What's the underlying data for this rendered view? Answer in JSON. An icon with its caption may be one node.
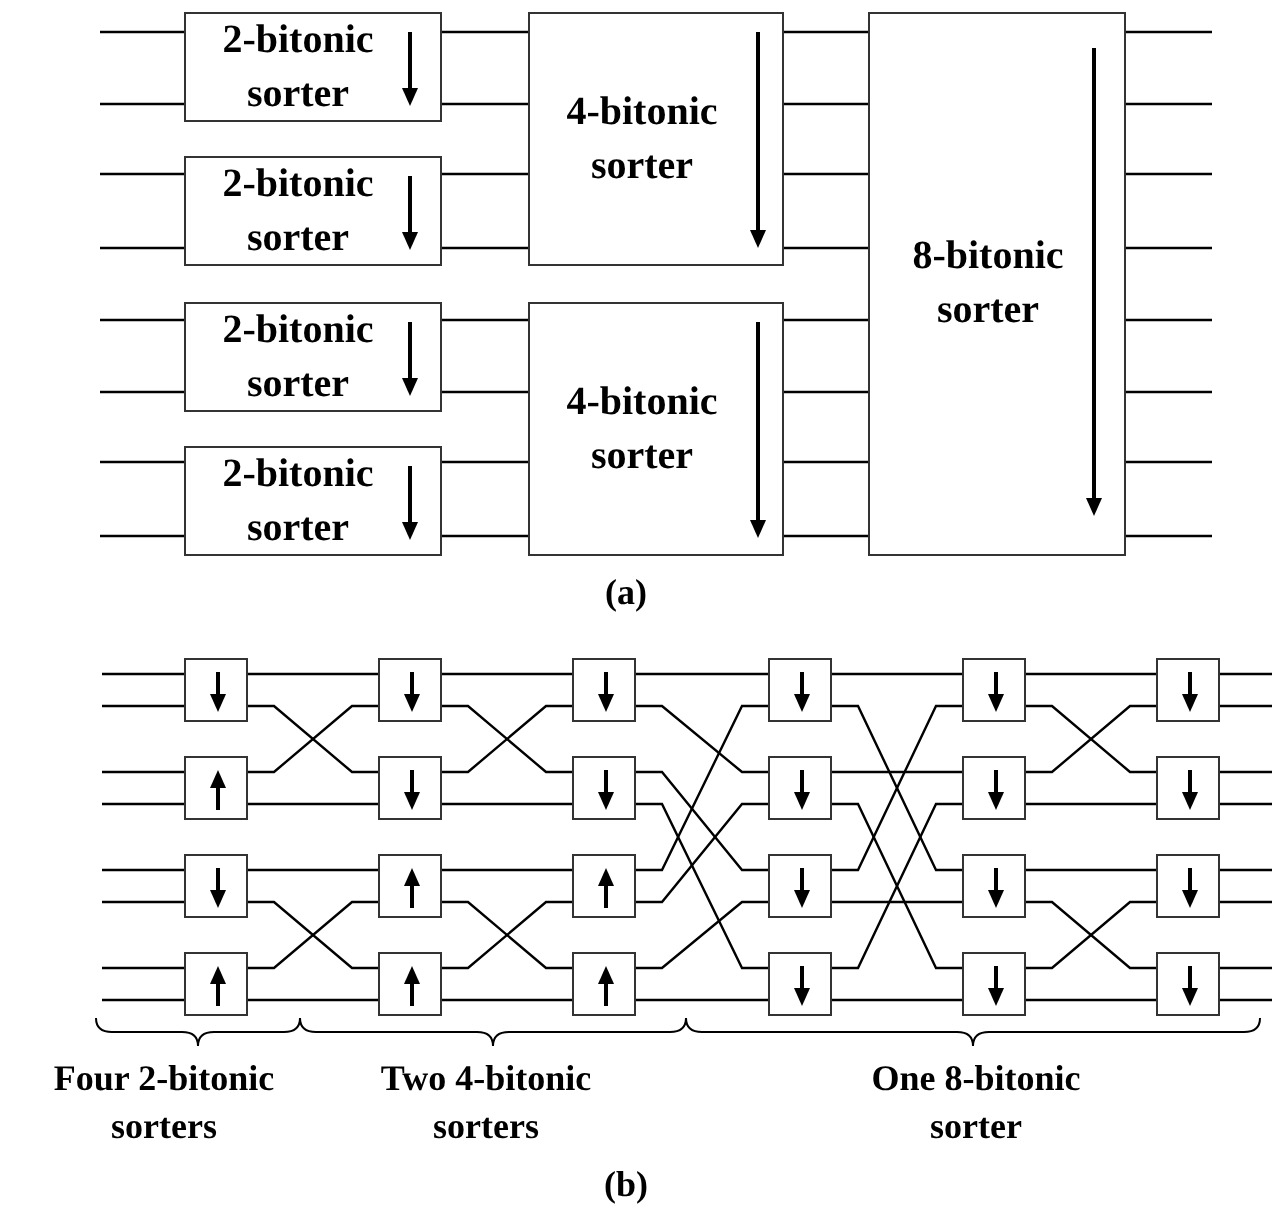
{
  "diagram": {
    "nodes": [
      {
        "text": [
          "2-bitonic sorter"
        ]
      },
      {
        "text": [
          "2-bitonic sorter"
        ]
      },
      {
        "text": [
          "2-bitonic sorter"
        ]
      },
      {
        "text": [
          "2-bitonic sorter"
        ]
      },
      {
        "text": [
          "4-bitonic sorter"
        ]
      },
      {
        "text": [
          "4-bitonic sorter"
        ]
      },
      {
        "text": [
          "8-bitonic sorter"
        ]
      },
      {
        "text": [],
        "shape": "box"
      },
      {
        "text": [],
        "shape": "box"
      },
      {
        "text": [],
        "shape": "box"
      },
      {
        "text": [],
        "shape": "box"
      },
      {
        "text": [],
        "shape": "box"
      },
      {
        "text": [],
        "shape": "box"
      },
      {
        "text": [],
        "shape": "box"
      },
      {
        "text": [],
        "shape": "box"
      },
      {
        "text": [],
        "shape": "box"
      },
      {
        "text": [],
        "shape": "box"
      },
      {
        "text": [],
        "shape": "box"
      },
      {
        "text": [],
        "shape": "box"
      },
      {
        "text": [],
        "shape": "box"
      },
      {
        "text": [],
        "shape": "box"
      },
      {
        "text": [],
        "shape": "box"
      },
      {
        "text": [],
        "shape": "box"
      },
      {
        "text": [],
        "shape": "box"
      },
      {
        "text": [],
        "shape": "box"
      },
      {
        "text": [],
        "shape": "box"
      },
      {
        "text": [],
        "shape": "box"
      },
      {
        "text": [],
        "shape": "box"
      },
      {
        "text": [],
        "shape": "box"
      },
      {
        "text": [],
        "shape": "box"
      },
      {
        "text": [],
        "shape": "box"
      }
    ],
    "edges": [
      {
        "from": null,
        "to": 0,
        "arrow": "none"
      },
      {
        "from": null,
        "to": 0,
        "arrow": "none"
      },
      {
        "from": null,
        "to": 1,
        "arrow": "none"
      },
      {
        "from": null,
        "to": 1,
        "arrow": "none"
      },
      {
        "from": null,
        "to": 2,
        "arrow": "none"
      },
      {
        "from": null,
        "to": 2,
        "arrow": "none"
      },
      {
        "from": null,
        "to": 3,
        "arrow": "none"
      },
      {
        "from": null,
        "to": 3,
        "arrow": "none"
      },
      {
        "from": 0,
        "to": 4,
        "arrow": "none"
      },
      {
        "from": 0,
        "to": 4,
        "arrow": "none"
      },
      {
        "from": 1,
        "to": 4,
        "arrow": "none"
      },
      {
        "from": 1,
        "to": 4,
        "arrow": "none"
      },
      {
        "from": 2,
        "to": 5,
        "arrow": "none"
      },
      {
        "from": 2,
        "to": 5,
        "arrow": "none"
      },
      {
        "from": 3,
        "to": 5,
        "arrow": "none"
      },
      {
        "from": 3,
        "to": 5,
        "arrow": "none"
      },
      {
        "from": 4,
        "to": 6,
        "arrow": "none"
      },
      {
        "from": 4,
        "to": 6,
        "arrow": "none"
      },
      {
        "from": 4,
        "to": 6,
        "arrow": "none"
      },
      {
        "from": 4,
        "to": 6,
        "arrow": "none"
      },
      {
        "from": 5,
        "to": 6,
        "arrow": "none"
      },
      {
        "from": 5,
        "to": 6,
        "arrow": "none"
      },
      {
        "from": 5,
        "to": 6,
        "arrow": "none"
      },
      {
        "from": 5,
        "to": 6,
        "arrow": "none"
      },
      {
        "from": 6,
        "to": null,
        "arrow": "none"
      },
      {
        "from": 6,
        "to": null,
        "arrow": "none"
      },
      {
        "from": 6,
        "to": null,
        "arrow": "none"
      },
      {
        "from": 6,
        "to": null,
        "arrow": "none"
      },
      {
        "from": 6,
        "to": null,
        "arrow": "none"
      },
      {
        "from": 6,
        "to": null,
        "arrow": "none"
      },
      {
        "from": 6,
        "to": null,
        "arrow": "none"
      },
      {
        "from": 6,
        "to": null,
        "arrow": "none"
      },
      {
        "from": null,
        "to": 7,
        "arrow": "none"
      },
      {
        "from": null,
        "to": 7,
        "arrow": "none"
      },
      {
        "from": null,
        "to": 8,
        "arrow": "none"
      },
      {
        "from": null,
        "to": 8,
        "arrow": "none"
      },
      {
        "from": null,
        "to": 9,
        "arrow": "none"
      },
      {
        "from": null,
        "to": 9,
        "arrow": "none"
      },
      {
        "from": null,
        "to": 10,
        "arrow": "none"
      },
      {
        "from": null,
        "to": 10,
        "arrow": "none"
      },
      {
        "from": 7,
        "to": 11,
        "arrow": "none"
      },
      {
        "from": 7,
        "to": 12,
        "arrow": "none"
      },
      {
        "from": 8,
        "to": 11,
        "arrow": "none"
      },
      {
        "from": 8,
        "to": 12,
        "arrow": "none"
      },
      {
        "from": 9,
        "to": 13,
        "arrow": "none"
      },
      {
        "from": 9,
        "to": 14,
        "arrow": "none"
      },
      {
        "from": 10,
        "to": 13,
        "arrow": "none"
      },
      {
        "from": 10,
        "to": 14,
        "arrow": "none"
      },
      {
        "from": 11,
        "to": 15,
        "arrow": "none"
      },
      {
        "from": 11,
        "to": 16,
        "arrow": "none"
      },
      {
        "from": 12,
        "to": 15,
        "arrow": "none"
      },
      {
        "from": 12,
        "to": 16,
        "arrow": "none"
      },
      {
        "from": 13,
        "to": 17,
        "arrow": "none"
      },
      {
        "from": 13,
        "to": 18,
        "arrow": "none"
      },
      {
        "from": 14,
        "to": 17,
        "arrow": "none"
      },
      {
        "from": 14,
        "to": 18,
        "arrow": "none"
      },
      {
        "from": 15,
        "to": 19,
        "arrow": "none"
      },
      {
        "from": 15,
        "to": 20,
        "arrow": "none"
      },
      {
        "from": 16,
        "to": 21,
        "arrow": "none"
      },
      {
        "from": 16,
        "to": 22,
        "arrow": "none"
      },
      {
        "from": 17,
        "to": 19,
        "arrow": "none"
      },
      {
        "from": 17,
        "to": 20,
        "arrow": "none"
      },
      {
        "from": 18,
        "to": 21,
        "arrow": "none"
      },
      {
        "from": 18,
        "to": 22,
        "arrow": "none"
      },
      {
        "from": 19,
        "to": 23,
        "arrow": "none"
      },
      {
        "from": 19,
        "to": 25,
        "arrow": "none"
      },
      {
        "from": 20,
        "to": 24,
        "arrow": "none"
      },
      {
        "from": 20,
        "to": 26,
        "arrow": "none"
      },
      {
        "from": 21,
        "to": 23,
        "arrow": "none"
      },
      {
        "from": 21,
        "to": 25,
        "arrow": "none"
      },
      {
        "from": 22,
        "to": 24,
        "arrow": "none"
      },
      {
        "from": 22,
        "to": 26,
        "arrow": "none"
      },
      {
        "from": 23,
        "to": 27,
        "arrow": "none"
      },
      {
        "from": 23,
        "to": 28,
        "arrow": "none"
      },
      {
        "from": 24,
        "to": 27,
        "arrow": "none"
      },
      {
        "from": 24,
        "to": 28,
        "arrow": "none"
      },
      {
        "from": 25,
        "to": 29,
        "arrow": "none"
      },
      {
        "from": 25,
        "to": 30,
        "arrow": "none"
      },
      {
        "from": 26,
        "to": 29,
        "arrow": "none"
      },
      {
        "from": 26,
        "to": 30,
        "arrow": "none"
      },
      {
        "from": 27,
        "to": null,
        "arrow": "none"
      },
      {
        "from": 27,
        "to": null,
        "arrow": "none"
      },
      {
        "from": 28,
        "to": null,
        "arrow": "none"
      },
      {
        "from": 28,
        "to": null,
        "arrow": "none"
      },
      {
        "from": 29,
        "to": null,
        "arrow": "none"
      },
      {
        "from": 29,
        "to": null,
        "arrow": "none"
      },
      {
        "from": 30,
        "to": null,
        "arrow": "none"
      },
      {
        "from": 30,
        "to": null,
        "arrow": "none"
      }
    ],
    "labels": [
      "(a)",
      "Four 2-bitonic sorters",
      "Two 4-bitonic sorters",
      "One 8-bitonic sorter",
      "(b)"
    ]
  }
}
